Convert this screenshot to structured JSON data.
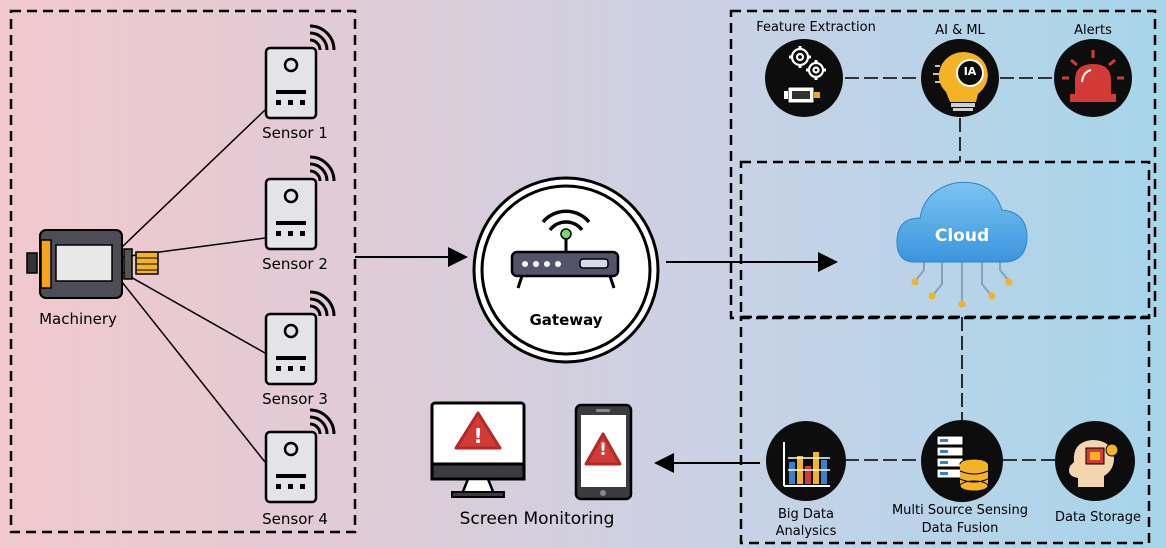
{
  "machinery": {
    "label": "Machinery"
  },
  "sensors": [
    {
      "label": "Sensor 1"
    },
    {
      "label": "Sensor 2"
    },
    {
      "label": "Sensor 3"
    },
    {
      "label": "Sensor 4"
    }
  ],
  "gateway": {
    "label": "Gateway"
  },
  "cloud": {
    "label": "Cloud"
  },
  "cloud_services": {
    "feature_extraction": "Feature Extraction",
    "ai_ml": "AI & ML",
    "ai_badge": "IA",
    "alerts": "Alerts"
  },
  "data_services": {
    "big_data_line1": "Big Data",
    "big_data_line2": "Analysics",
    "fusion_line1": "Multi Source Sensing",
    "fusion_line2": "Data Fusion",
    "storage": "Data Storage"
  },
  "monitoring": {
    "label": "Screen Monitoring",
    "warning_glyph": "!"
  },
  "colors": {
    "bg_left": "#f1c9cc",
    "bg_right": "#a6d5ea",
    "alert_red": "#d23a36",
    "cloud_blue": "#4aa6e6",
    "gold": "#f4b324",
    "icon_dark": "#0d0d0d"
  }
}
